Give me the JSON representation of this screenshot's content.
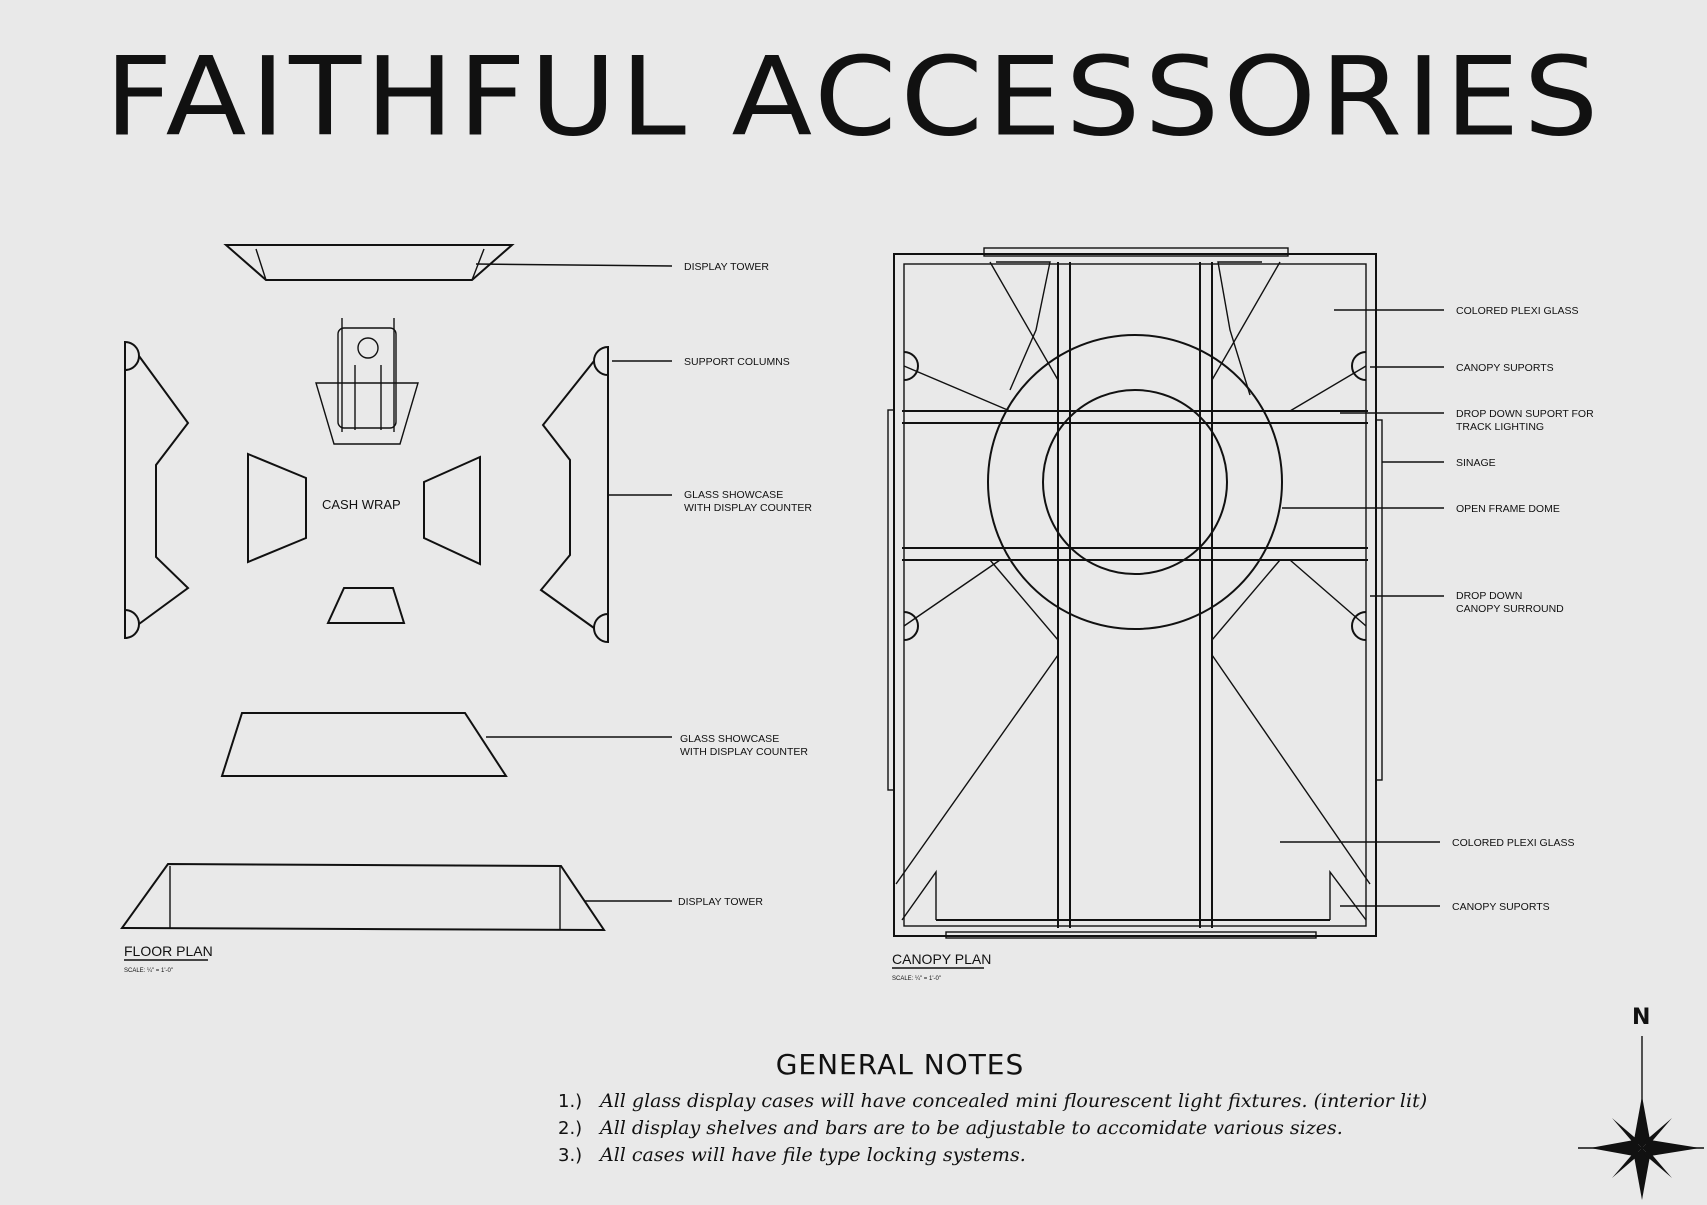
{
  "title": "FAITHFUL ACCESSORIES",
  "floor_plan": {
    "title": "FLOOR PLAN",
    "scale": "SCALE: ¼\" = 1'-0\"",
    "center_label": "CASH WRAP",
    "labels": {
      "display_tower_top": "DISPLAY TOWER",
      "support_columns": "SUPPORT COLUMNS",
      "glass_showcase_right_1": "GLASS SHOWCASE",
      "glass_showcase_right_2": "WITH DISPLAY COUNTER",
      "glass_showcase_bottom_1": "GLASS SHOWCASE",
      "glass_showcase_bottom_2": "WITH DISPLAY COUNTER",
      "display_tower_bottom": "DISPLAY TOWER"
    }
  },
  "canopy_plan": {
    "title": "CANOPY PLAN",
    "scale": "SCALE: ¼\" = 1'-0\"",
    "labels": {
      "colored_plexi_top": "COLORED PLEXI GLASS",
      "canopy_suports_top": "CANOPY SUPORTS",
      "drop_down_suport_1": "DROP DOWN SUPORT FOR",
      "drop_down_suport_2": "TRACK LIGHTING",
      "sinage": "SINAGE",
      "open_frame_dome": "OPEN FRAME DOME",
      "drop_down_canopy_1": "DROP DOWN",
      "drop_down_canopy_2": "CANOPY SURROUND",
      "colored_plexi_bottom": "COLORED PLEXI GLASS",
      "canopy_suports_bottom": "CANOPY SUPORTS"
    }
  },
  "general_notes": {
    "heading": "GENERAL NOTES",
    "items": [
      {
        "num": "1.)",
        "text": "All glass display cases will have concealed mini flourescent light fixtures. (interior lit)"
      },
      {
        "num": "2.)",
        "text": "All display shelves and bars are to be adjustable to accomidate various sizes."
      },
      {
        "num": "3.)",
        "text": "All cases will have file type locking systems."
      }
    ]
  },
  "compass": {
    "label": "N"
  }
}
